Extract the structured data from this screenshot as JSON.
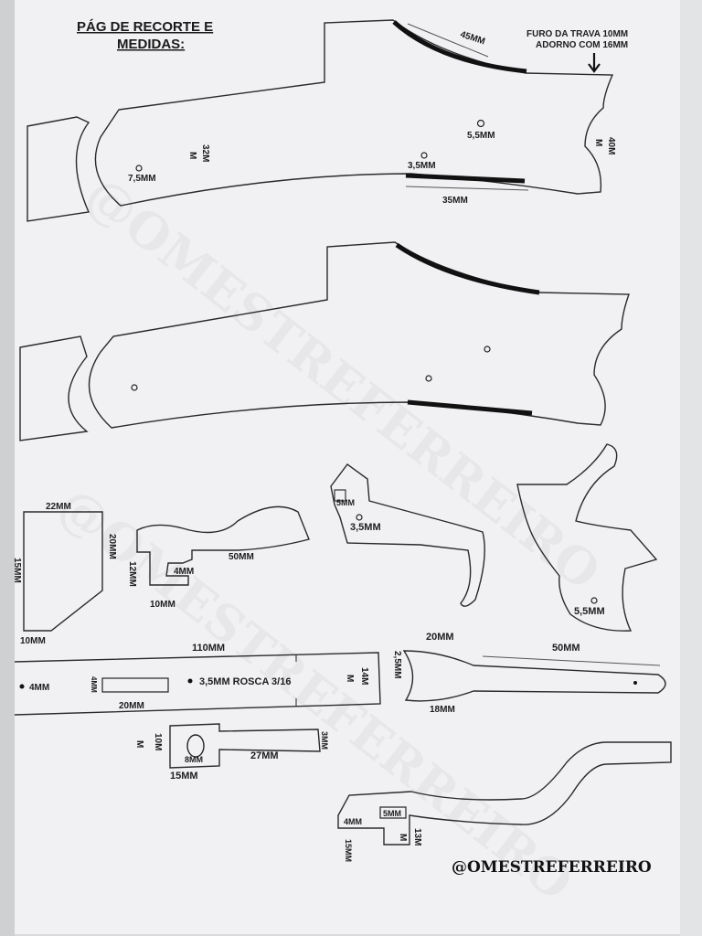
{
  "document": {
    "title_line1": "PÁG DE RECORTE E",
    "title_line2": "MEDIDAS:",
    "signature": "@OMESTREFERREIRO",
    "watermark": "@OMESTREFERREIRO"
  },
  "note": {
    "line1": "FURO DA TRAVA 10MM",
    "line2": "ADORNO COM 16MM"
  },
  "frame_top": {
    "m45": "45MM",
    "m32": "32M",
    "m_letter": "M",
    "m75": "7,5MM",
    "m55": "5,5MM",
    "m35small": "3,5MM",
    "m35": "35MM",
    "m40": "40M",
    "m40b": "M"
  },
  "plate": {
    "top": "22MM",
    "right": "20MM",
    "left": "15MM",
    "bottom": "10MM"
  },
  "hammer_lever": {
    "m50": "50MM",
    "m12": "12MM",
    "m4": "4MM",
    "m10": "10MM"
  },
  "trigger": {
    "m5": "5MM",
    "m35": "3,5MM"
  },
  "hammer": {
    "m55": "5,5MM"
  },
  "bar": {
    "m110": "110MM",
    "hole4": "4MM",
    "slot4": "4MM",
    "m20": "20MM",
    "rosca": "3,5MM ROSCA 3/16",
    "m14": "14M",
    "m14b": "M"
  },
  "spring": {
    "m20": "20MM",
    "m50": "50MM",
    "m25": "2,5MM",
    "m18": "18MM"
  },
  "bolt": {
    "m10": "10M",
    "mletter": "M",
    "m8": "8MM",
    "m27": "27MM",
    "m3": "3MM",
    "m15": "15MM"
  },
  "guard": {
    "m5": "5MM",
    "m4": "4MM",
    "m13": "13M",
    "mletter": "M",
    "m15": "15MM"
  }
}
